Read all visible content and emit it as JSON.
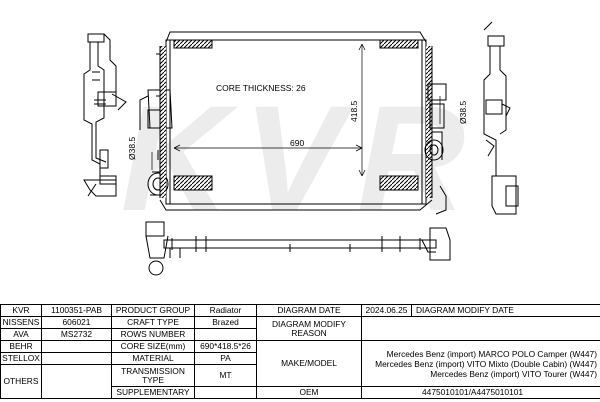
{
  "watermark": "KVR",
  "drawing": {
    "core_thickness_label": "CORE THICKNESS: 26",
    "width_dim": "690",
    "height_dim": "418.5",
    "pipe_dim_left": "Ø38.5",
    "pipe_dim_right": "Ø38.5"
  },
  "table": {
    "kvr_label": "KVR",
    "kvr_value": "1100351-PAB",
    "nissens_label": "NISSENS",
    "nissens_value": "606021",
    "ava_label": "AVA",
    "ava_value": "MS2732",
    "behr_label": "BEHR",
    "behr_value": "",
    "stellox_label": "STELLOX",
    "stellox_value": "",
    "others_label": "OTHERS",
    "others_value": "",
    "product_group_label": "PRODUCT GROUP",
    "product_group_value": "Radiator",
    "craft_type_label": "CRAFT TYPE",
    "craft_type_value": "Brazed",
    "rows_number_label": "ROWS NUMBER",
    "rows_number_value": "",
    "core_size_label": "CORE SIZE(mm)",
    "core_size_value": "690*418.5*26",
    "material_label": "MATERIAL",
    "material_value": "PA",
    "transmission_label": "TRANSMISSION TYPE",
    "transmission_value": "MT",
    "supplementary_label": "SUPPLEMENTARY",
    "supplementary_value": "",
    "diagram_date_label": "DIAGRAM DATE",
    "diagram_date_value": "2024.06.25",
    "diagram_modify_date_label": "DIAGRAM MODIFY DATE",
    "modify_reason_label": "DIAGRAM MODIFY REASON",
    "modify_reason_value": "",
    "make_model_label": "MAKE/MODEL",
    "make_model_values": [
      "Mercedes Benz (import) MARCO POLO Camper (W447)",
      "Mercedes Benz (import) VITO Mixto (Double Cabin) (W447)",
      "Mercedes Benz (import) VITO Tourer (W447)"
    ],
    "oem_label": "OEM",
    "oem_value": "4475010101/A4475010101"
  }
}
